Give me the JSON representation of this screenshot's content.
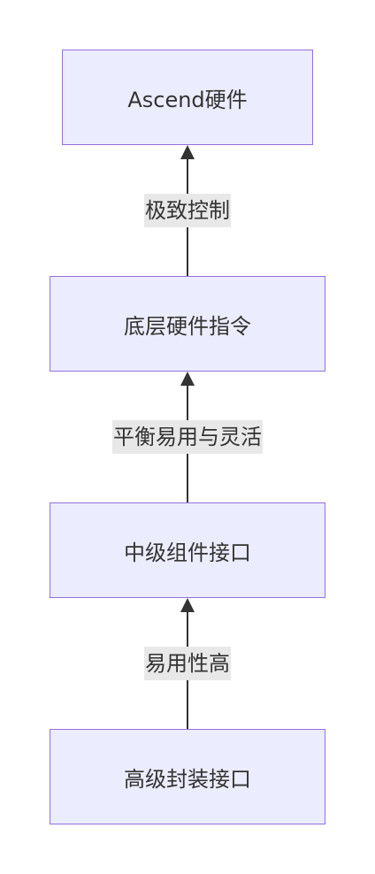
{
  "nodes": {
    "ascend_hardware": "Ascend硬件",
    "low_level_instructions": "底层硬件指令",
    "mid_level_interface": "中级组件接口",
    "high_level_interface": "高级封装接口"
  },
  "edges": {
    "low_to_ascend": "极致控制",
    "mid_to_low": "平衡易用与灵活",
    "high_to_mid": "易用性高"
  },
  "colors": {
    "node_fill": "#ececff",
    "node_stroke": "#9370db",
    "edge": "#333333",
    "label_bg": "#e8e8e8",
    "text": "#333333"
  }
}
